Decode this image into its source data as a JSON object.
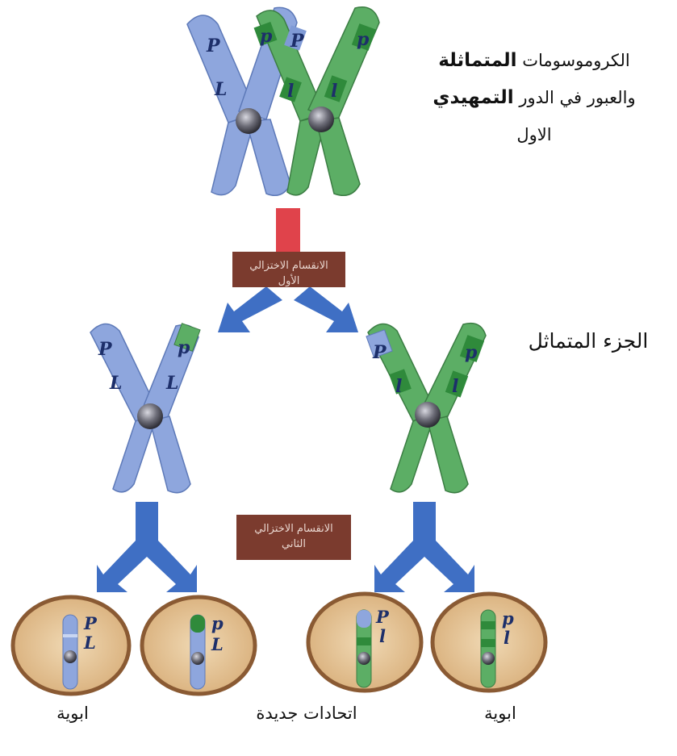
{
  "title": {
    "line1_prefix": "الكروموسومات",
    "line1_bold": "المتماثلة",
    "line2_prefix": "والعبور في الدور",
    "line2_bold": "التمهيدي",
    "line3": "الاول"
  },
  "similar_part_label": "الجزء المتماثل",
  "division1": {
    "line1": "الانقسام الاختزالي",
    "line2": "الأول"
  },
  "division2": {
    "line1": "الانقسام الاختزالي",
    "line2": "الثاني"
  },
  "bottom_labels": {
    "left": "ابوية",
    "middle": "اتحادات جديدة",
    "right": "ابوية"
  },
  "gene_letters": {
    "P": "P",
    "p": "p",
    "L": "L",
    "l": "l"
  },
  "colors": {
    "blue_chromosome": "#7f9ad6",
    "green_chromosome": "#4f9b57",
    "arrow": "#3f6fc4",
    "top_arrow": "#e0434b",
    "label_box": "#7b3b2e",
    "cell_fill": "#e6c79a",
    "cell_border": "#8a5a33"
  }
}
